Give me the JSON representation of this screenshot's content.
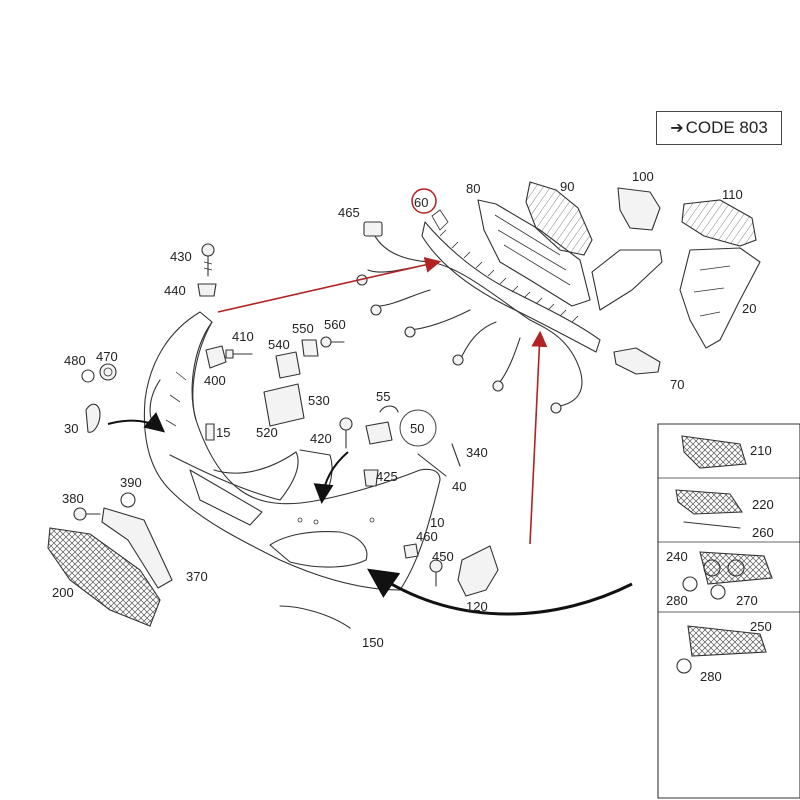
{
  "code": {
    "arrow_icon": "arrow-right-icon",
    "text": "CODE 803"
  },
  "colors": {
    "line": "#333333",
    "highlight_arrow": "#b22222",
    "leader_arrow": "#111111"
  },
  "labels": {
    "p10": "10",
    "p15": "15",
    "p20": "20",
    "p30": "30",
    "p40": "40",
    "p50": "50",
    "p55": "55",
    "p60": "60",
    "p70": "70",
    "p80": "80",
    "p90": "90",
    "p100": "100",
    "p110": "110",
    "p120": "120",
    "p150": "150",
    "p200": "200",
    "p210": "210",
    "p220": "220",
    "p240": "240",
    "p250": "250",
    "p260": "260",
    "p270": "270",
    "p280a": "280",
    "p280b": "280",
    "p340": "340",
    "p370": "370",
    "p380": "380",
    "p390": "390",
    "p400": "400",
    "p410": "410",
    "p420": "420",
    "p425": "425",
    "p430": "430",
    "p440": "440",
    "p450": "450",
    "p460": "460",
    "p465": "465",
    "p470": "470",
    "p480": "480",
    "p520": "520",
    "p530": "530",
    "p540": "540",
    "p550": "550",
    "p560": "560"
  }
}
